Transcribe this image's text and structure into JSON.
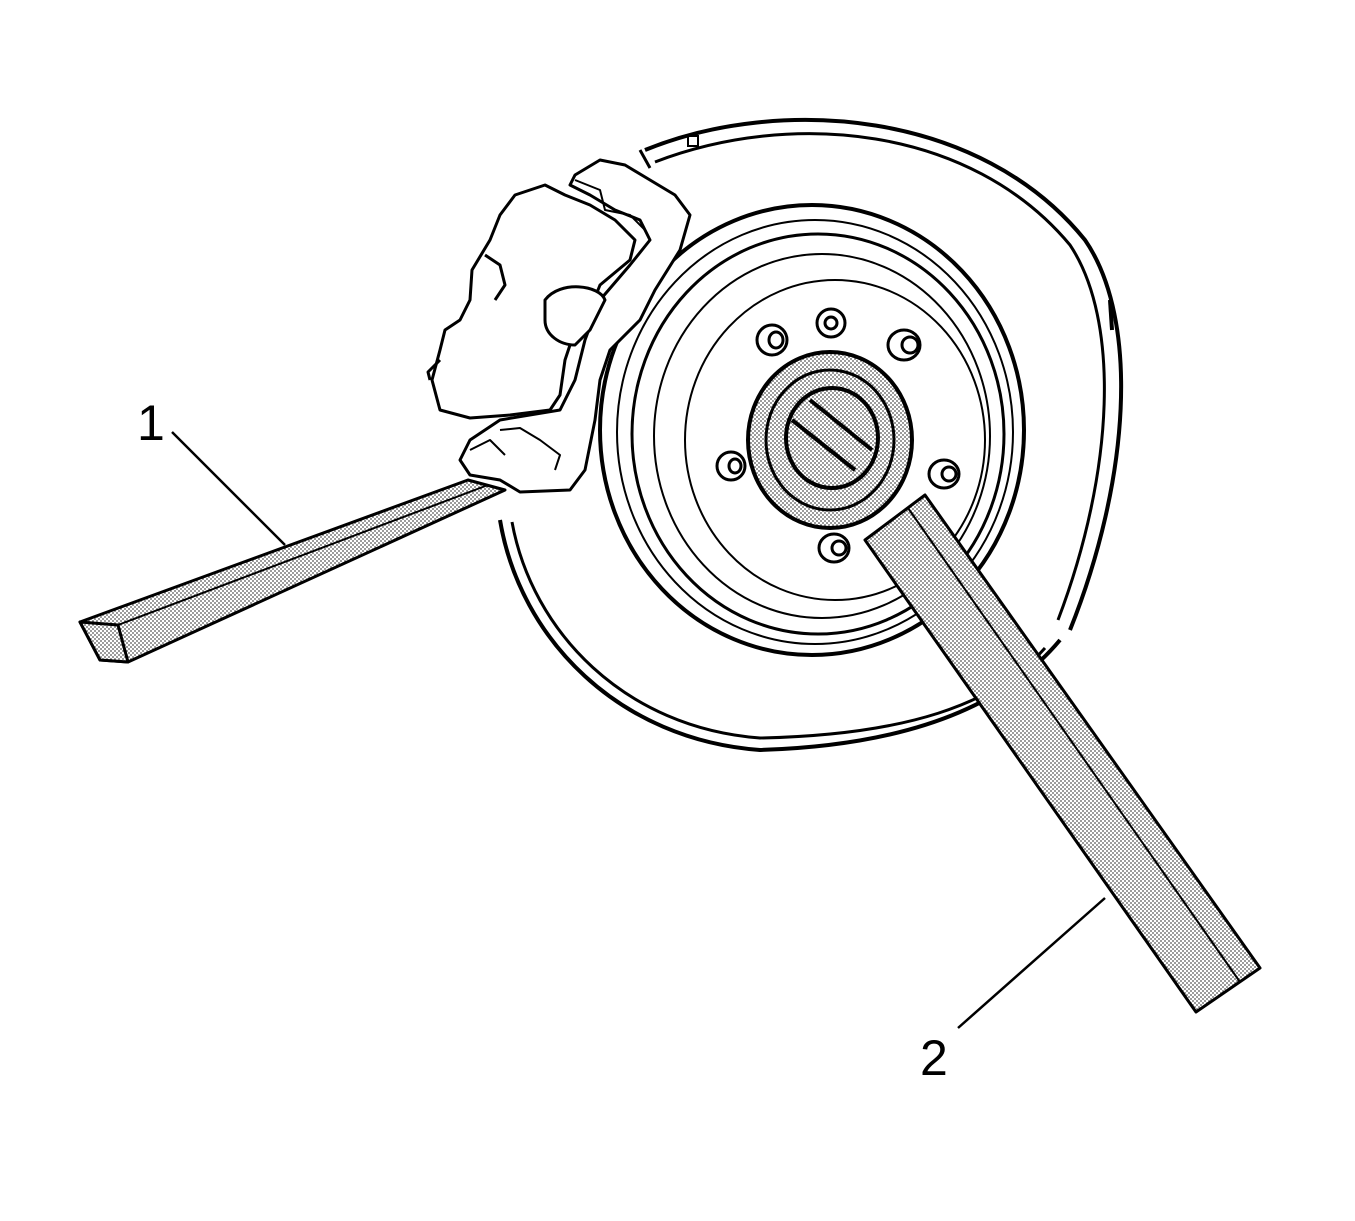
{
  "callouts": [
    {
      "id": "1",
      "label": "1"
    },
    {
      "id": "2",
      "label": "2"
    }
  ],
  "colors": {
    "line": "#000000",
    "background": "#ffffff",
    "shaded_fill": "#cfcfcf"
  }
}
